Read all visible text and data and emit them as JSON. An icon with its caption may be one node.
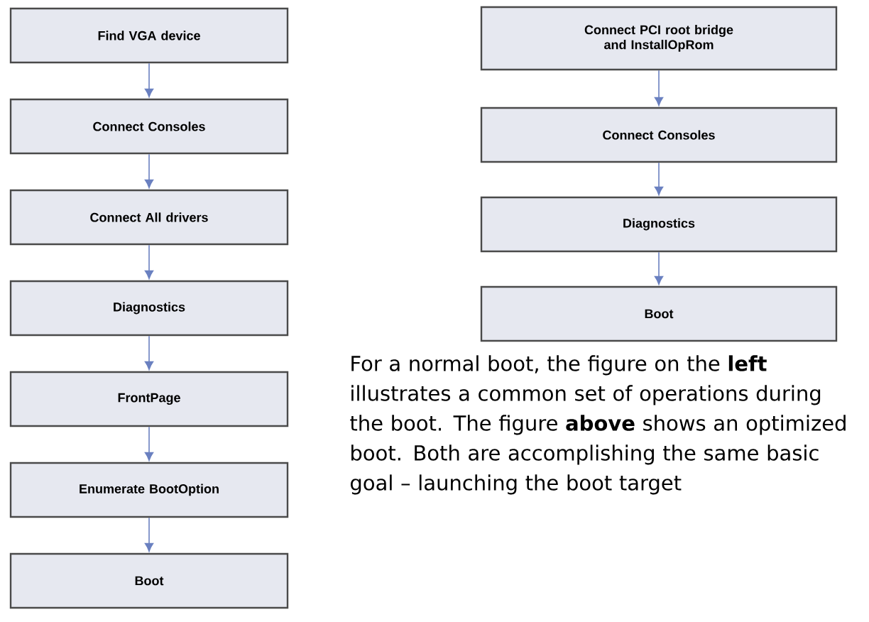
{
  "diagram": {
    "nodes": [
      {
        "text": [
          "Find VGA device"
        ]
      },
      {
        "text": [
          "Connect Consoles"
        ]
      },
      {
        "text": [
          "Connect All drivers"
        ]
      },
      {
        "text": [
          "Diagnostics"
        ]
      },
      {
        "text": [
          "FrontPage"
        ]
      },
      {
        "text": [
          "Enumerate BootOption"
        ]
      },
      {
        "text": [
          "Boot"
        ]
      },
      {
        "text": [
          "Connect PCI root bridge and InstallOpRom"
        ]
      },
      {
        "text": [
          "Connect Consoles"
        ]
      },
      {
        "text": [
          "Diagnostics"
        ]
      },
      {
        "text": [
          "Boot"
        ]
      }
    ],
    "edges": [
      {
        "from": 0,
        "to": 1,
        "arrow": "to"
      },
      {
        "from": 1,
        "to": 2,
        "arrow": "to"
      },
      {
        "from": 2,
        "to": 3,
        "arrow": "to"
      },
      {
        "from": 3,
        "to": 4,
        "arrow": "to"
      },
      {
        "from": 4,
        "to": 5,
        "arrow": "to"
      },
      {
        "from": 5,
        "to": 6,
        "arrow": "to"
      },
      {
        "from": 7,
        "to": 8,
        "arrow": "to"
      },
      {
        "from": 8,
        "to": 9,
        "arrow": "to"
      },
      {
        "from": 9,
        "to": 10,
        "arrow": "to"
      }
    ],
    "labels": [
      "For a normal boot, the figure on the **left** illustrates a common set of operations during the boot. The figure **above** shows an optimized boot. Both are accomplishing the same basic goal – launching the boot target"
    ]
  }
}
